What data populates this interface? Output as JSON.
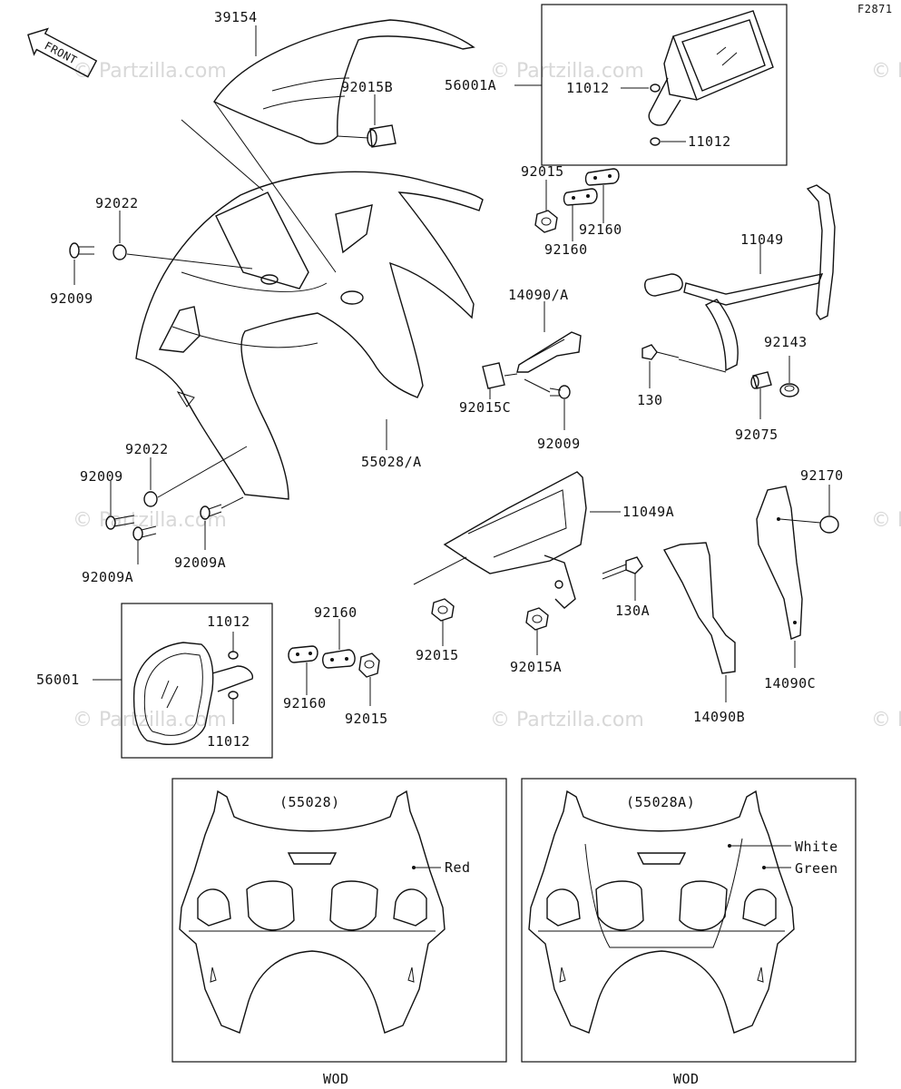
{
  "figure_code": "F2871",
  "front_label": "FRONT",
  "watermark": "© Partzilla.com",
  "callouts": {
    "windshield": "39154",
    "damper_b": "92015B",
    "mirror_a": "56001A",
    "rubber_cap_top": "11012",
    "rubber_cap_bottom": "11012",
    "nut_top": "92015",
    "plate_top_right": "92160",
    "plate_top_left": "92160",
    "washer_left": "92022",
    "screw_left": "92009",
    "stay_right": "11049",
    "bracket_center": "14090/A",
    "grommet_right": "92143",
    "clip_center": "92015C",
    "bolt_right": "130",
    "screw_center": "92009",
    "damper_right": "92075",
    "cowl": "55028/A",
    "washer_lower": "92022",
    "screw_lower": "92009",
    "screw_lower_a1": "92009A",
    "screw_lower_a2": "92009A",
    "stay_center": "11049A",
    "plug_right": "92170",
    "bolt_center": "130A",
    "nut_center": "92015",
    "nut_center_a": "92015A",
    "cover_b": "14090B",
    "cover_c": "14090C",
    "mirror": "56001",
    "rubber_cap_mirror_top": "11012",
    "rubber_cap_mirror_bottom": "11012",
    "plate_lower_top": "92160",
    "plate_lower_bottom": "92160",
    "nut_lower": "92015"
  },
  "variants": [
    {
      "part_no": "(55028)",
      "colors": [
        "Red"
      ],
      "caption": "WOD"
    },
    {
      "part_no": "(55028A)",
      "colors": [
        "White",
        "Green"
      ],
      "caption": "WOD"
    }
  ]
}
